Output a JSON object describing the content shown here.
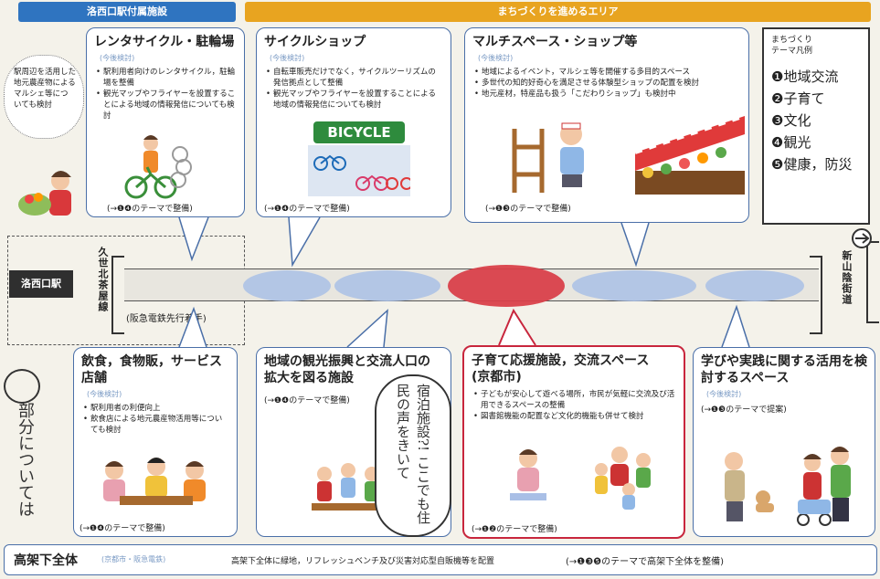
{
  "bands": {
    "left": "洛西口駅付属施設",
    "right": "まちづくりを進めるエリア"
  },
  "left_note": "駅周辺を活用した地元農産物によるマルシェ等についても検討",
  "boxes": {
    "rental": {
      "title": "レンタサイクル・駐輪場",
      "sub": "(今後検討)",
      "bullets": [
        "駅利用者向けのレンタサイクル，駐輪場を整備",
        "観光マップやフライヤーを設置することによる地域の情報発信についても検討"
      ],
      "theme": "(→❶❹のテーマで整備)"
    },
    "cycleshop": {
      "title": "サイクルショップ",
      "sub": "(今後検討)",
      "bullets": [
        "自転車販売だけでなく，サイクルツーリズムの発信拠点として整備",
        "観光マップやフライヤーを設置することによる地域の情報発信についても検討"
      ],
      "sign": "BICYCLE",
      "theme": "(→❶❹のテーマで整備)"
    },
    "multi": {
      "title": "マルチスペース・ショップ等",
      "sub": "(今後検討)",
      "bullets": [
        "地域によるイベント，マルシェ等を開催する多目的スペース",
        "多世代の知的好奇心を満足させる体験型ショップの配置を検討",
        "地元産材，特産品も扱う「こだわりショップ」も検討中"
      ],
      "theme": "(→❶❸のテーマで整備)"
    },
    "food": {
      "title": "飲食，食物販，サービス店舗",
      "sub": "(今後検討)",
      "bullets": [
        "駅利用者の利便向上",
        "飲食店による地元農産物活用等についても検討"
      ],
      "theme": "(→❶❹のテーマで整備)"
    },
    "tourism": {
      "title": "地域の観光振興と交流人口の拡大を図る施設",
      "theme": "(→❶❹のテーマで整備)"
    },
    "child": {
      "title": "子育て応援施設，交流スペース",
      "title2": "(京都市)",
      "bullets": [
        "子どもが安心して遊べる場所，市民が気軽に交流及び活用できるスペースの整備",
        "図書館機能の配置など文化的機能も併せて検討"
      ],
      "theme": "(→❶❷のテーマで整備)"
    },
    "learn": {
      "title": "学びや実践に関する活用を検討するスペース",
      "sub": "(今後検討)",
      "theme": "(→❶❸のテーマで提案)"
    }
  },
  "legend": {
    "title1": "まちづくり",
    "title2": "テーマ凡例",
    "items": [
      "❶地域交流",
      "❷子育て",
      "❸文化",
      "❹観光",
      "❺健康，防災"
    ]
  },
  "track": {
    "station": "洛西口駅",
    "line_left": "久世北茶屋線",
    "line_right": "新山陰街道",
    "note": "(阪急電鉄先行着手)"
  },
  "handwriting": {
    "left": "部分については",
    "center": "宿泊施設?! ここでも住民の声をきいて"
  },
  "bottom": {
    "title": "高架下全体",
    "sub": "(京都市・阪急電鉄)",
    "desc": "高架下全体に緑地，リフレッシュベンチ及び災害対応型自販機等を配置",
    "theme": "(→❶❸❺のテーマで高架下全体を整備)"
  }
}
